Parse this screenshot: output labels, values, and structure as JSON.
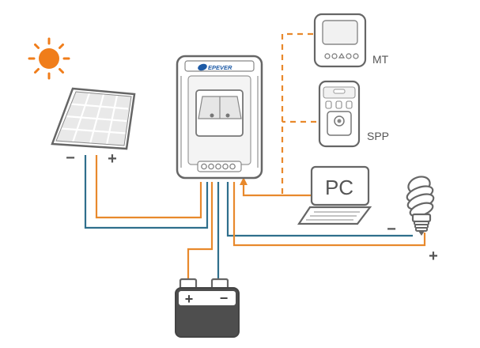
{
  "labels": {
    "brand": "EPEVER",
    "mt": "MT",
    "spp": "SPP",
    "pc": "PC",
    "panel_neg": "−",
    "panel_pos": "+",
    "battery_pos": "+",
    "battery_neg": "−",
    "load_neg": "−",
    "load_pos": "+"
  },
  "colors": {
    "positive_wire": "#e8892c",
    "negative_wire": "#2f6f8c",
    "comm_line": "#e8892c",
    "sun": "#f07d1a",
    "device_outline": "#666666"
  },
  "icons": {
    "sun": "sun-icon",
    "solar_panel": "solar-panel-icon",
    "controller": "charge-controller-icon",
    "mt_meter": "meter-display-icon",
    "spp": "spp-module-icon",
    "pc": "laptop-icon",
    "load": "light-bulb-icon",
    "battery": "battery-icon"
  }
}
